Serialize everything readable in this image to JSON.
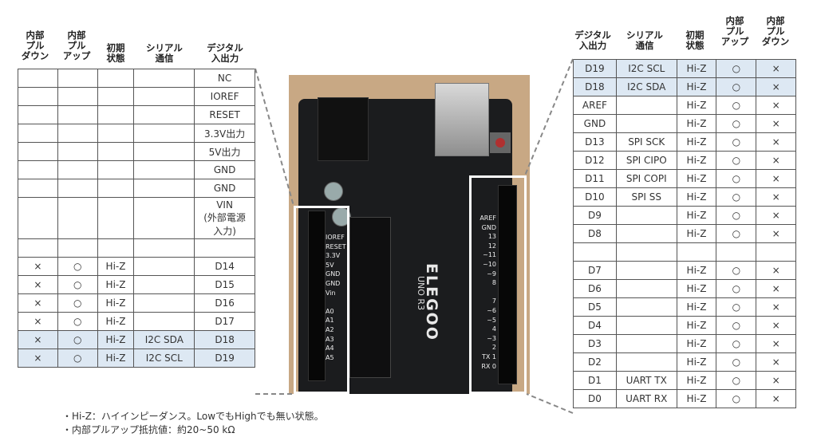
{
  "left": {
    "headers": [
      "内部\nプル\nダウン",
      "内部\nプル\nアップ",
      "初期\n状態",
      "シリアル\n通信",
      "デジタル\n入出力"
    ],
    "rows": [
      {
        "pd": "",
        "pu": "",
        "init": "",
        "serial": "",
        "dio": "NC",
        "hl": false,
        "tall": false
      },
      {
        "pd": "",
        "pu": "",
        "init": "",
        "serial": "",
        "dio": "IOREF",
        "hl": false,
        "tall": false
      },
      {
        "pd": "",
        "pu": "",
        "init": "",
        "serial": "",
        "dio": "RESET",
        "hl": false,
        "tall": false
      },
      {
        "pd": "",
        "pu": "",
        "init": "",
        "serial": "",
        "dio": "3.3V出力",
        "hl": false,
        "tall": false
      },
      {
        "pd": "",
        "pu": "",
        "init": "",
        "serial": "",
        "dio": "5V出力",
        "hl": false,
        "tall": false
      },
      {
        "pd": "",
        "pu": "",
        "init": "",
        "serial": "",
        "dio": "GND",
        "hl": false,
        "tall": false
      },
      {
        "pd": "",
        "pu": "",
        "init": "",
        "serial": "",
        "dio": "GND",
        "hl": false,
        "tall": false
      },
      {
        "pd": "",
        "pu": "",
        "init": "",
        "serial": "",
        "dio": "VIN\n(外部電源\n入力)",
        "hl": false,
        "tall": true
      },
      {
        "pd": "",
        "pu": "",
        "init": "",
        "serial": "",
        "dio": "",
        "hl": false,
        "tall": false
      },
      {
        "pd": "×",
        "pu": "○",
        "init": "Hi-Z",
        "serial": "",
        "dio": "D14",
        "hl": false,
        "tall": false
      },
      {
        "pd": "×",
        "pu": "○",
        "init": "Hi-Z",
        "serial": "",
        "dio": "D15",
        "hl": false,
        "tall": false
      },
      {
        "pd": "×",
        "pu": "○",
        "init": "Hi-Z",
        "serial": "",
        "dio": "D16",
        "hl": false,
        "tall": false
      },
      {
        "pd": "×",
        "pu": "○",
        "init": "Hi-Z",
        "serial": "",
        "dio": "D17",
        "hl": false,
        "tall": false
      },
      {
        "pd": "×",
        "pu": "○",
        "init": "Hi-Z",
        "serial": "I2C SDA",
        "dio": "D18",
        "hl": true,
        "tall": false
      },
      {
        "pd": "×",
        "pu": "○",
        "init": "Hi-Z",
        "serial": "I2C SCL",
        "dio": "D19",
        "hl": true,
        "tall": false
      }
    ]
  },
  "right": {
    "headers": [
      "デジタル\n入出力",
      "シリアル\n通信",
      "初期\n状態",
      "内部\nプル\nアップ",
      "内部\nプル\nダウン"
    ],
    "rows": [
      {
        "dio": "D19",
        "serial": "I2C SCL",
        "init": "Hi-Z",
        "pu": "○",
        "pd": "×",
        "hl": true
      },
      {
        "dio": "D18",
        "serial": "I2C SDA",
        "init": "Hi-Z",
        "pu": "○",
        "pd": "×",
        "hl": true
      },
      {
        "dio": "AREF",
        "serial": "",
        "init": "Hi-Z",
        "pu": "○",
        "pd": "×",
        "hl": false
      },
      {
        "dio": "GND",
        "serial": "",
        "init": "Hi-Z",
        "pu": "○",
        "pd": "×",
        "hl": false
      },
      {
        "dio": "D13",
        "serial": "SPI SCK",
        "init": "Hi-Z",
        "pu": "○",
        "pd": "×",
        "hl": false
      },
      {
        "dio": "D12",
        "serial": "SPI CIPO",
        "init": "Hi-Z",
        "pu": "○",
        "pd": "×",
        "hl": false
      },
      {
        "dio": "D11",
        "serial": "SPI COPI",
        "init": "Hi-Z",
        "pu": "○",
        "pd": "×",
        "hl": false
      },
      {
        "dio": "D10",
        "serial": "SPI SS",
        "init": "Hi-Z",
        "pu": "○",
        "pd": "×",
        "hl": false
      },
      {
        "dio": "D9",
        "serial": "",
        "init": "Hi-Z",
        "pu": "○",
        "pd": "×",
        "hl": false
      },
      {
        "dio": "D8",
        "serial": "",
        "init": "Hi-Z",
        "pu": "○",
        "pd": "×",
        "hl": false
      },
      {
        "dio": "",
        "serial": "",
        "init": "",
        "pu": "",
        "pd": "",
        "hl": false
      },
      {
        "dio": "D7",
        "serial": "",
        "init": "Hi-Z",
        "pu": "○",
        "pd": "×",
        "hl": false
      },
      {
        "dio": "D6",
        "serial": "",
        "init": "Hi-Z",
        "pu": "○",
        "pd": "×",
        "hl": false
      },
      {
        "dio": "D5",
        "serial": "",
        "init": "Hi-Z",
        "pu": "○",
        "pd": "×",
        "hl": false
      },
      {
        "dio": "D4",
        "serial": "",
        "init": "Hi-Z",
        "pu": "○",
        "pd": "×",
        "hl": false
      },
      {
        "dio": "D3",
        "serial": "",
        "init": "Hi-Z",
        "pu": "○",
        "pd": "×",
        "hl": false
      },
      {
        "dio": "D2",
        "serial": "",
        "init": "Hi-Z",
        "pu": "○",
        "pd": "×",
        "hl": false
      },
      {
        "dio": "D1",
        "serial": "UART TX",
        "init": "Hi-Z",
        "pu": "○",
        "pd": "×",
        "hl": false
      },
      {
        "dio": "D0",
        "serial": "UART RX",
        "init": "Hi-Z",
        "pu": "○",
        "pd": "×",
        "hl": false
      }
    ]
  },
  "board": {
    "logo": "ELEGOO",
    "model": "UNO R3",
    "left_silk": "IOREF\nRESET\n3.3V\n5V\nGND\nGND\nVin\n\nA0\nA1\nA2\nA3\nA4\nA5",
    "right_silk": "AREF\nGND\n13\n12\n~11\n~10\n~9\n8\n\n7\n~6\n~5\n4\n~3\n2\nTX 1\nRX 0"
  },
  "colors": {
    "highlight": "#dde8f3",
    "border": "#555555",
    "board": "#1b1c1e",
    "dashed": "#888888"
  },
  "notes": [
    "・Hi-Z：ハイインピーダンス。LowでもHighでも無い状態。",
    "・内部プルアップ抵抗値：約20~50 kΩ"
  ]
}
